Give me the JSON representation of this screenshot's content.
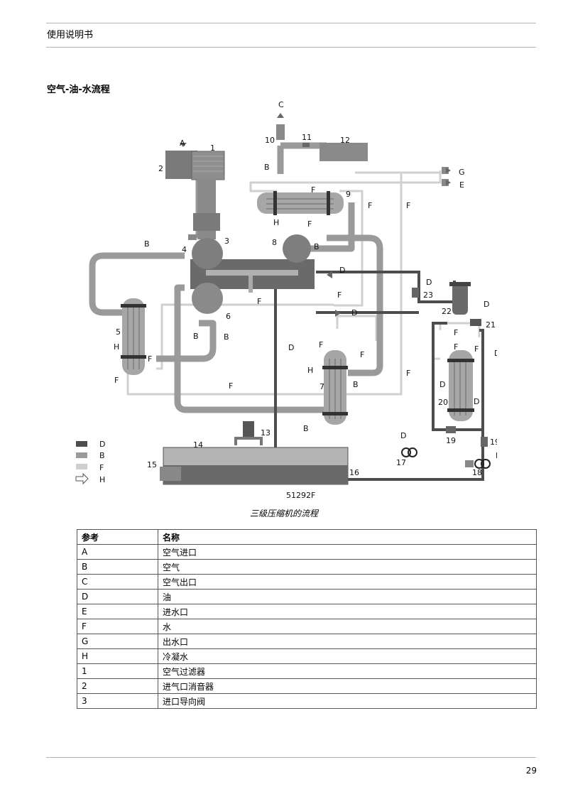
{
  "header": {
    "text": "使用说明书"
  },
  "section": {
    "title": "空气-油-水流程"
  },
  "diagram": {
    "code": "51292F",
    "caption": "三级压缩机的流程",
    "colors": {
      "oil": "#4d4d4d",
      "air": "#9a9a9a",
      "water": "#d0d0d0",
      "body": "#6e6e6e"
    },
    "legend": [
      {
        "key": "D",
        "style": "oil"
      },
      {
        "key": "B",
        "style": "air"
      },
      {
        "key": "F",
        "style": "water"
      },
      {
        "key": "H",
        "style": "arrow"
      }
    ],
    "labels": {
      "n1": "1",
      "n2": "2",
      "n3": "3",
      "n4": "4",
      "n5": "5",
      "n6": "6",
      "n7": "7",
      "n8": "8",
      "n9": "9",
      "n10": "10",
      "n11": "11",
      "n12": "12",
      "n13": "13",
      "n14": "14",
      "n15": "15",
      "n16": "16",
      "n17": "17",
      "n18": "18",
      "n19a": "19",
      "n19b": "19",
      "n20": "20",
      "n21": "21",
      "n22": "22",
      "n23": "23",
      "A": "A",
      "B": "B",
      "C": "C",
      "D": "D",
      "E": "E",
      "F": "F",
      "G": "G",
      "H": "H"
    }
  },
  "table": {
    "headers": [
      "参考",
      "名称"
    ],
    "rows": [
      [
        "A",
        "空气进口"
      ],
      [
        "B",
        "空气"
      ],
      [
        "C",
        "空气出口"
      ],
      [
        "D",
        "油"
      ],
      [
        "E",
        "进水口"
      ],
      [
        "F",
        "水"
      ],
      [
        "G",
        "出水口"
      ],
      [
        "H",
        "冷凝水"
      ],
      [
        "1",
        "空气过滤器"
      ],
      [
        "2",
        "进气口消音器"
      ],
      [
        "3",
        "进口导向阀"
      ]
    ]
  },
  "footer": {
    "page_number": "29"
  }
}
